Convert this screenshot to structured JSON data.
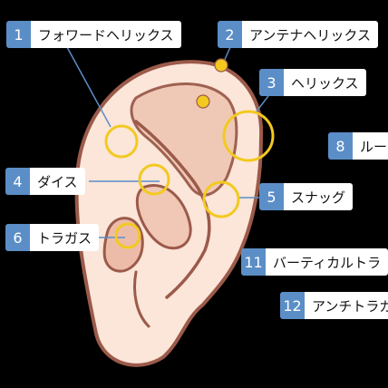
{
  "labels": [
    {
      "id": "l1",
      "num": "1",
      "text": "フォワードヘリックス"
    },
    {
      "id": "l2",
      "num": "2",
      "text": "アンテナヘリックス"
    },
    {
      "id": "l3",
      "num": "3",
      "text": "ヘリックス"
    },
    {
      "id": "l4",
      "num": "4",
      "text": "ダイス"
    },
    {
      "id": "l5",
      "num": "5",
      "text": "スナッグ"
    },
    {
      "id": "l6",
      "num": "6",
      "text": "トラガス"
    },
    {
      "id": "l8",
      "num": "8",
      "text": "ルー"
    },
    {
      "id": "l11",
      "num": "11",
      "text": "バーティカルトラ"
    },
    {
      "id": "l12",
      "num": "12",
      "text": "アンチトラガ"
    }
  ],
  "colors": {
    "background": "#000000",
    "skin": "#fbe6d9",
    "skin_shadow": "#f0c8b5",
    "outline": "#9b5a4a",
    "jewelry": "#f3c91f",
    "badge": "#5b8ec7",
    "leader_line": "#5b8ec7"
  }
}
